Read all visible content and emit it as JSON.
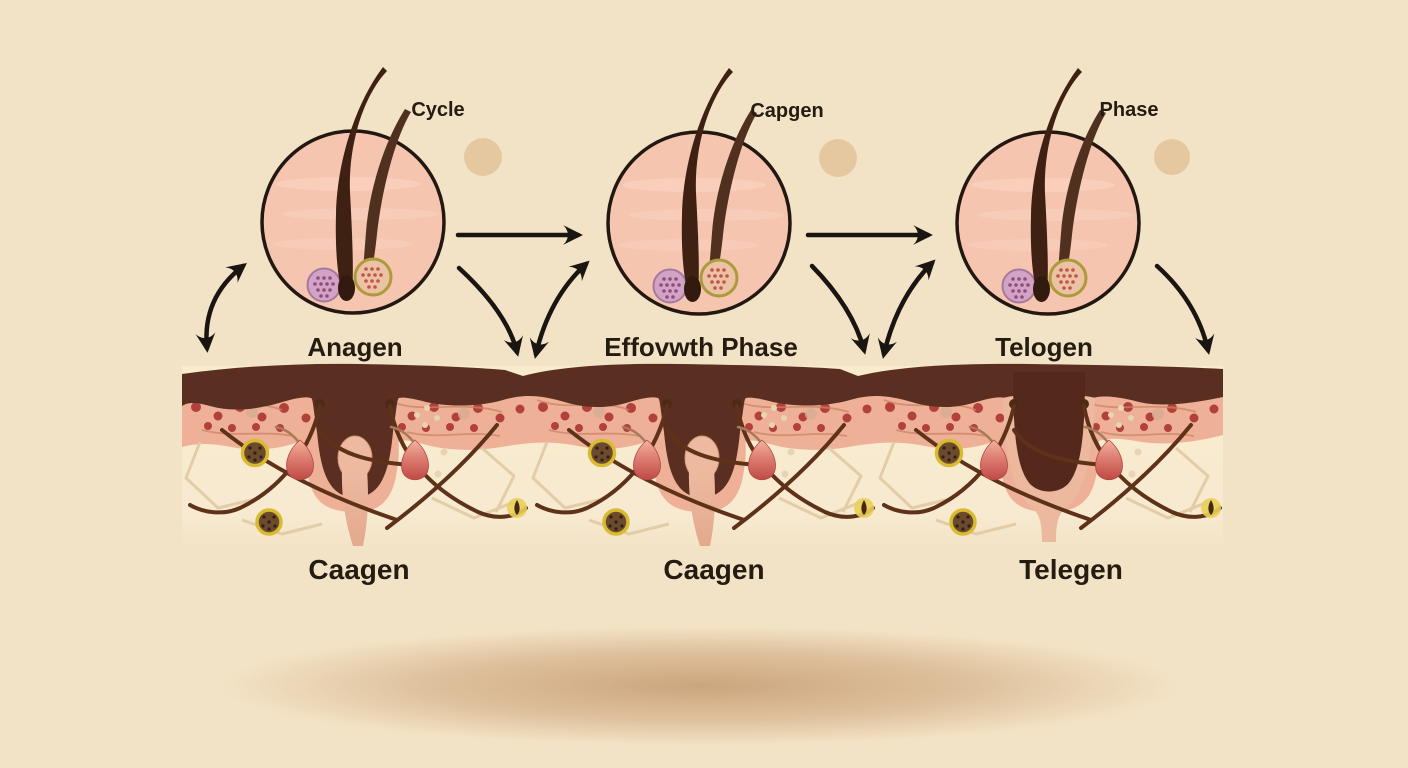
{
  "labels": {
    "top": [
      "Cycle",
      "Capgen",
      "Phase"
    ],
    "middle": [
      "Anagen",
      "Effovwth Phase",
      "Telogen"
    ],
    "bottom": [
      "Caagen",
      "Caagen",
      "Telegen"
    ]
  },
  "colors": {
    "background": "#f3e3c6",
    "circle_fill": "#f5c5b0",
    "circle_outline": "#231811",
    "hair_dark": "#3f2114",
    "epidermis": "#5a2f22",
    "dermis_pink": "#eeb197",
    "hypodermis": "#f8eccd",
    "gland_red": "#c4524e",
    "dermis_dot_red": "#b2413b",
    "nerve_brown": "#5e3119",
    "web_tan": "#e2cda6",
    "ring_yellow": "#d9bb32",
    "purple_bulb": "#d2a3c6",
    "tan_bulb": "#ecc2a4",
    "arrow": "#1a1511",
    "text": "#241b11",
    "tan_dot": "#e6c8a0",
    "ground_shadow": "#bc8b5c"
  }
}
